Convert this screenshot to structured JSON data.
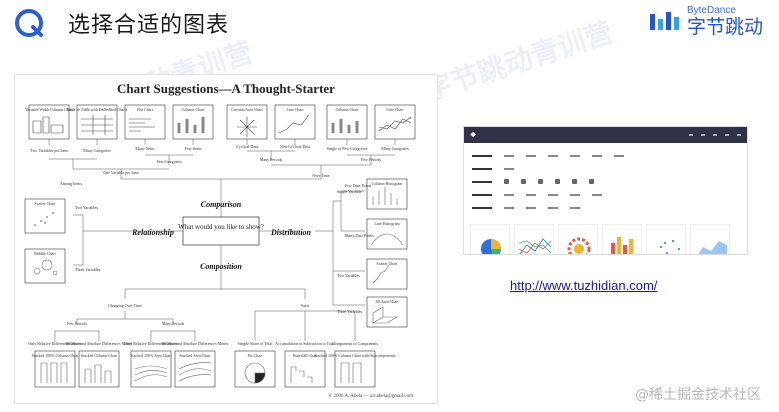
{
  "header": {
    "title": "选择合适的图表",
    "brand_en": "ByteDance",
    "brand_cn": "字节跳动"
  },
  "sheet": {
    "title": "Chart Suggestions—A Thought-Starter",
    "question": "What would you like to show?",
    "branches": {
      "comparison": "Comparison",
      "relationship": "Relationship",
      "distribution": "Distribution",
      "composition": "Composition"
    },
    "top_charts": [
      "Variable Width Column Chart",
      "Table or Table with Embedded Charts",
      "Bar Chart",
      "Column Chart",
      "Circular Area Chart",
      "Line Chart",
      "Column Chart",
      "Line Chart"
    ],
    "top_labels": {
      "two_vars": "Two Variables per Item",
      "many_cats": "Many Categories",
      "many_items": "Many Items",
      "few_items": "Few Items",
      "cyclical": "Cyclical Data",
      "non_cyclical": "Non-Cyclical Data",
      "single_few": "Single or Few Categories",
      "many_cats2": "Many Categories",
      "few_categories": "Few Categories",
      "one_var": "One Variable per Item",
      "many_periods": "Many Periods",
      "few_periods": "Few Periods",
      "among_items": "Among Items",
      "over_time": "Over Time"
    },
    "rel_charts": [
      "Scatter Chart",
      "Bubble Chart"
    ],
    "rel_labels": {
      "two": "Two Variables",
      "three": "Three Variables"
    },
    "dist_charts": [
      "Column Histogram",
      "Line Histogram",
      "Scatter Chart",
      "3D Area Chart"
    ],
    "dist_labels": {
      "single": "Single Variable",
      "few": "Few Data Points",
      "many": "Many Data Points",
      "two": "Two Variables",
      "three": "Three Variables"
    },
    "comp_labels": {
      "changing": "Changing Over Time",
      "static": "Static",
      "few_periods": "Few Periods",
      "many_periods": "Many Periods",
      "only_rel1": "Only Relative Differences Matter",
      "rel_abs1": "Relative and Absolute Differences Matter",
      "only_rel2": "Only Relative Differences Matter",
      "rel_abs2": "Relative and Absolute Differences Matter",
      "simple_share": "Simple Share of Total",
      "accum": "Accumulation or Subtraction to Total",
      "components": "Components of Components"
    },
    "comp_charts": [
      "Stacked 100% Column Chart",
      "Stacked Column Chart",
      "Stacked 100% Area Chart",
      "Stacked Area Chart",
      "Pie Chart",
      "Waterfall Chart",
      "Stacked 100% Column Chart with Subcomponents"
    ],
    "copyright": "© 2006 A. Abela — a.v.abela@gmail.com"
  },
  "link": {
    "url_text": "http://www.tuzhidian.com/"
  },
  "footer": {
    "mark": "@稀土掘金技术社区"
  },
  "colors": {
    "brand": "#2456c8",
    "link": "#1a1aa6",
    "preview_bar": "#2e3248"
  }
}
